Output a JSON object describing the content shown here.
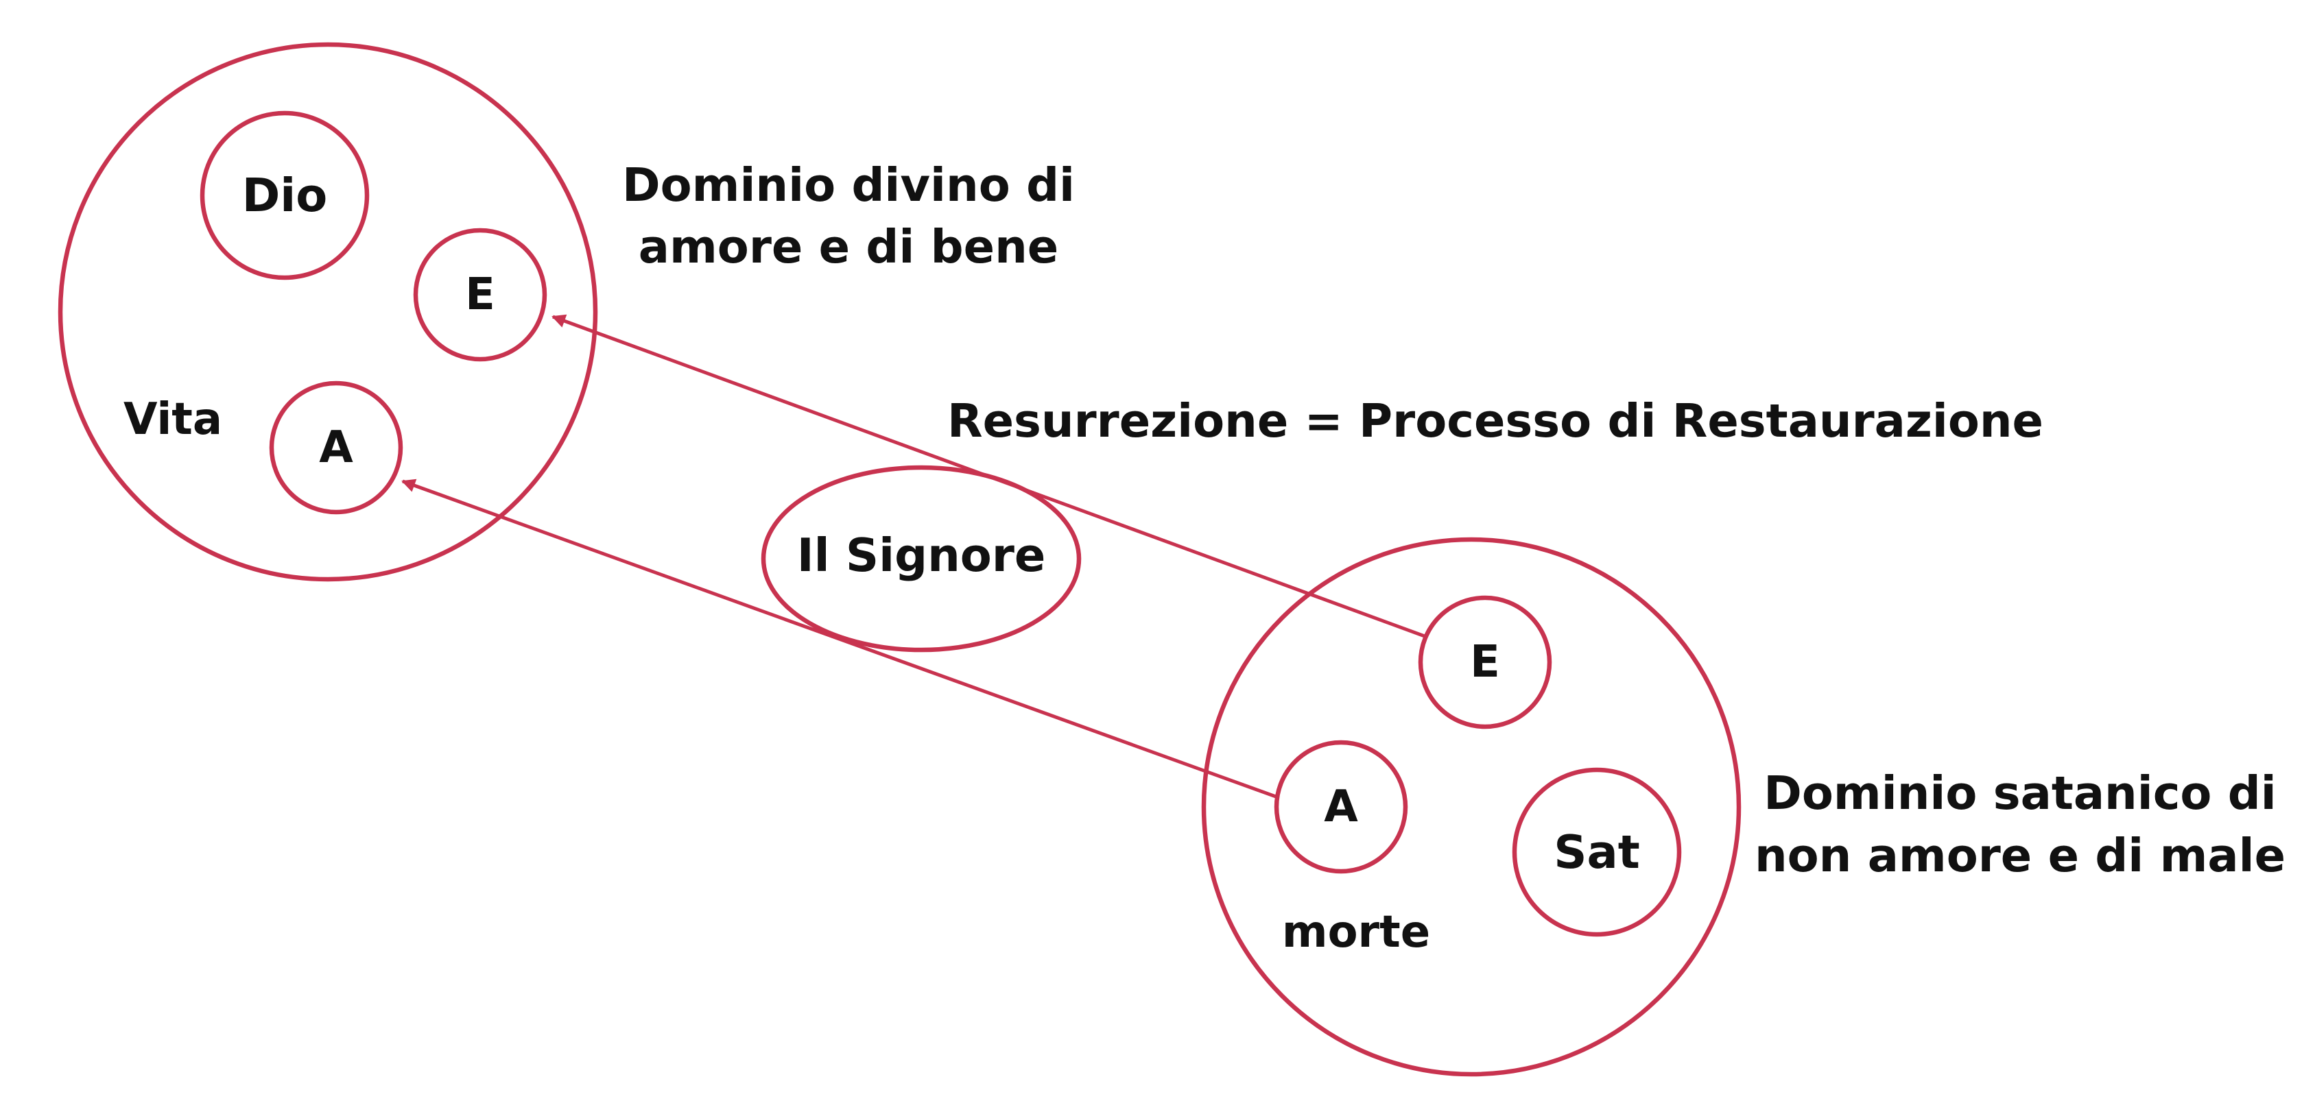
{
  "colors": {
    "stroke": "#c8334f",
    "text": "#111111",
    "background": "#ffffff"
  },
  "divine_domain": {
    "title_line1": "Dominio divino di",
    "title_line2": "amore e di bene",
    "god": "Dio",
    "eve": "E",
    "adam": "A",
    "life": "Vita"
  },
  "satanic_domain": {
    "title_line1": "Dominio satanico di",
    "title_line2": "non amore e di male",
    "eve": "E",
    "adam": "A",
    "satan": "Sat",
    "death": "morte"
  },
  "mediator": {
    "label": "Il Signore"
  },
  "process": {
    "label": "Resurrezione = Processo di Restaurazione"
  }
}
